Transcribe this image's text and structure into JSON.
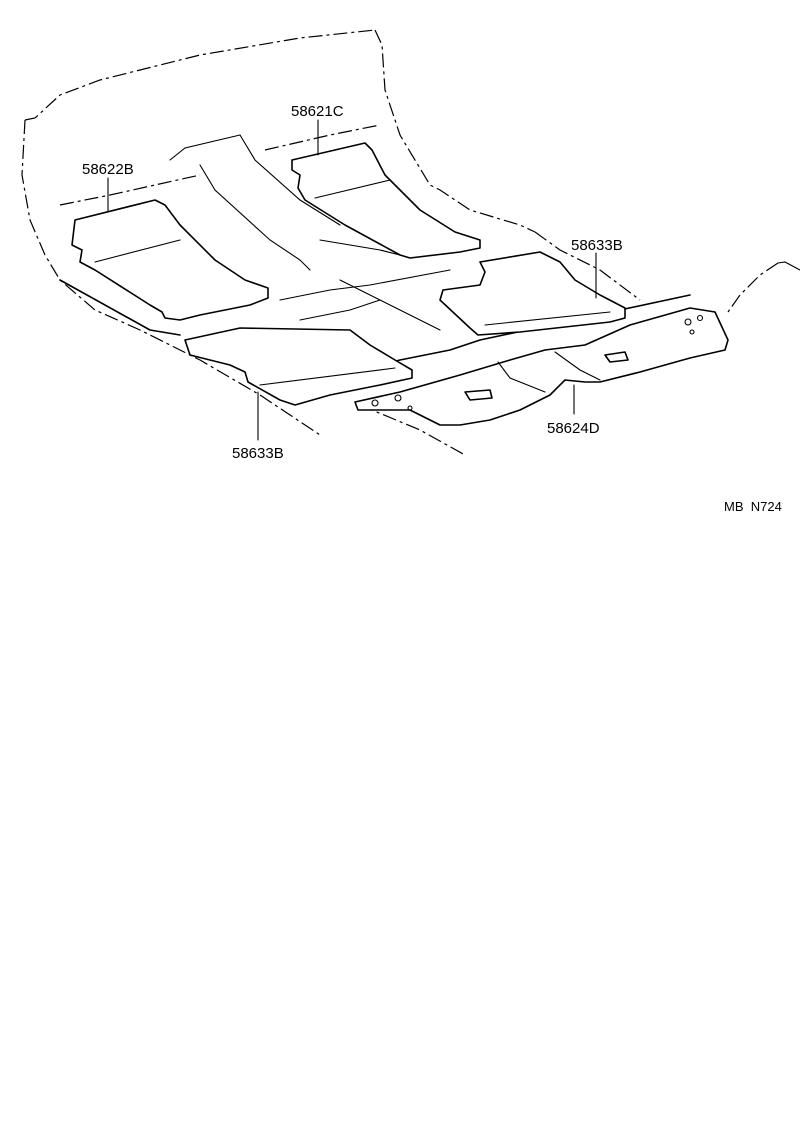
{
  "diagram": {
    "labels": {
      "rear_left_mat": "58622B",
      "rear_right_mat": "58621C",
      "front_right_mat": "58633B",
      "front_left_mat": "58633B",
      "tunnel_mat": "58624D"
    },
    "code": "MB  N724"
  }
}
